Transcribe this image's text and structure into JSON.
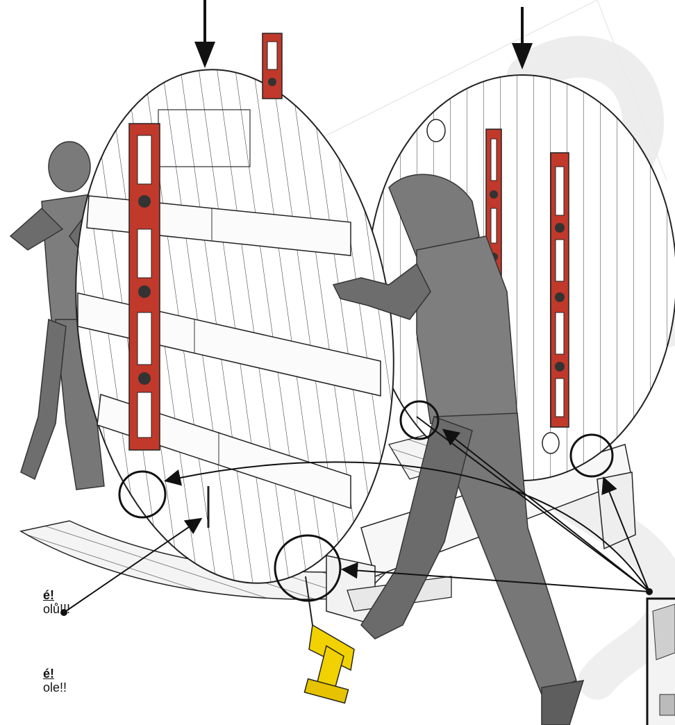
{
  "notes": [
    {
      "heading": "é!",
      "text": "olů!!!"
    },
    {
      "heading": "é!",
      "text": "ole!!"
    }
  ],
  "colors": {
    "wood": "#ffffff",
    "outline": "#222222",
    "figure": "#7a7a7a",
    "figure_dark": "#4e4e4e",
    "level_body": "#c0392b",
    "drill": "#f2d100",
    "watermark": "#e9e9e9"
  },
  "icons": [
    "arrow-down-icon",
    "spirit-level-icon",
    "drill-icon",
    "highlight-circle-icon"
  ]
}
